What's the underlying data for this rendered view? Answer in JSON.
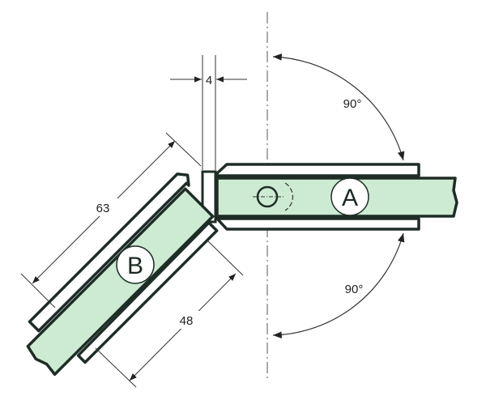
{
  "diagram": {
    "panel_a_label": "A",
    "panel_b_label": "B",
    "dim_gap": "4",
    "dim_b_outer": "63",
    "dim_b_inner": "48",
    "angle_upper": "90°",
    "angle_lower": "90°"
  },
  "colors": {
    "glass": "#cdebd2",
    "outline": "#1e2d26",
    "dim_line": "#333333"
  }
}
